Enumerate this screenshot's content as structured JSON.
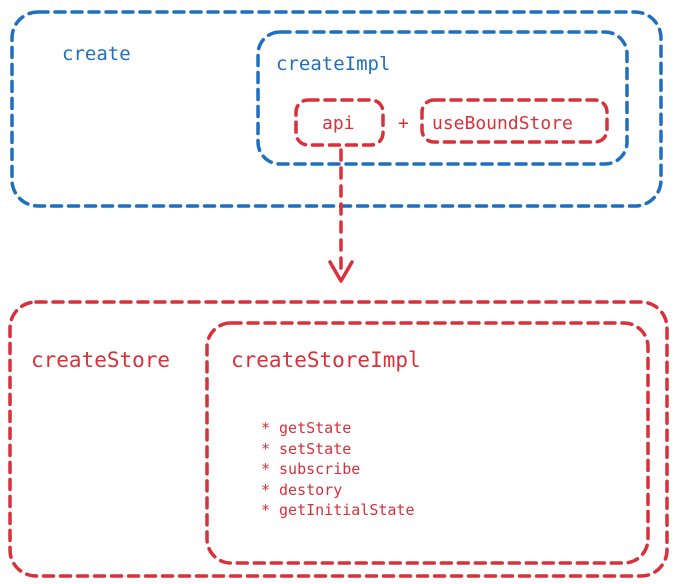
{
  "colors": {
    "blue": "#1e6fc0",
    "red": "#d9303a",
    "background": "#ffffff"
  },
  "nodes": {
    "create": "create",
    "create_impl": "createImpl",
    "api": "api",
    "plus": "+",
    "use_bound_store": "useBoundStore",
    "create_store": "createStore",
    "create_store_impl": "createStoreImpl"
  },
  "methods": {
    "bullet": "*",
    "items": [
      "getState",
      "setState",
      "subscribe",
      "destory",
      "getInitialState"
    ]
  },
  "edges": [
    {
      "from": "api",
      "to": "createStore",
      "style": "dashed-arrow"
    }
  ]
}
